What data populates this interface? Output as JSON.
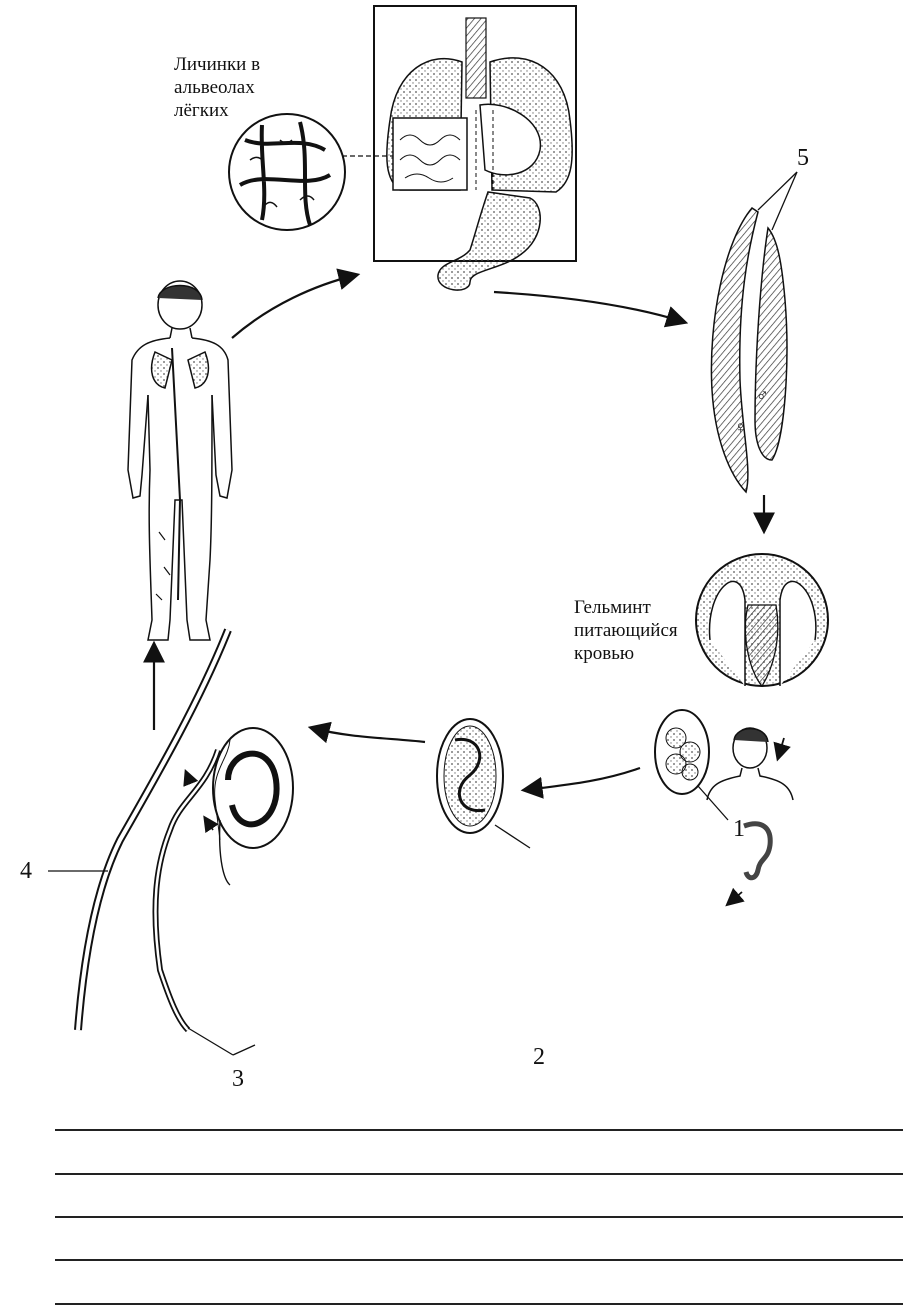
{
  "labels": {
    "larvae_in_alveoli": [
      "Личинки в",
      "альвеолах",
      "лёгких"
    ],
    "bloodsucking_helminth": [
      "Гельминт",
      "питающийся",
      "кровью"
    ]
  },
  "stage_numbers": [
    "1",
    "2",
    "3",
    "4",
    "5"
  ],
  "sex_symbols": {
    "male": "♂",
    "female": "♀"
  },
  "answer_lines_count": 5,
  "colors": {
    "ink": "#111111",
    "paper": "#ffffff",
    "stipple": "#555555"
  }
}
